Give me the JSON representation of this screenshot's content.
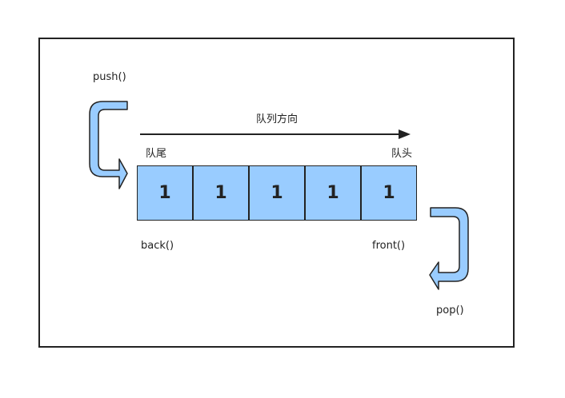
{
  "labels": {
    "push": "push()",
    "direction": "队列方向",
    "tail": "队尾",
    "head": "队头",
    "back": "back()",
    "front": "front()",
    "pop": "pop()"
  },
  "cells": [
    "1",
    "1",
    "1",
    "1",
    "1"
  ],
  "colors": {
    "cell_fill": "#99ccff",
    "arrow_fill": "#99ccff",
    "stroke": "#222222"
  }
}
